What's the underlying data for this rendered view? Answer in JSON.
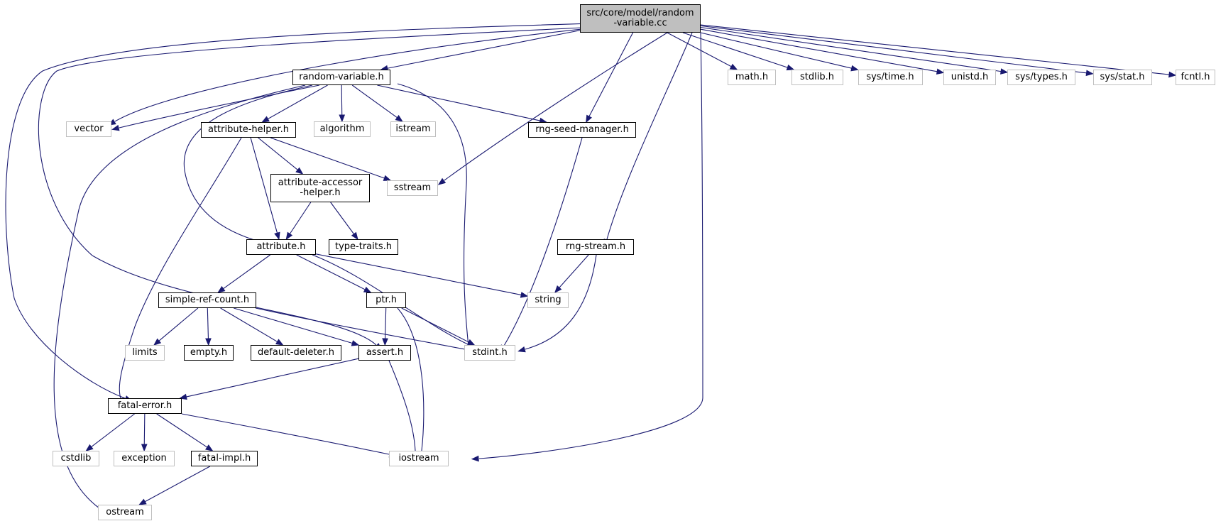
{
  "graph": {
    "edge_color": "#191970",
    "nodes": [
      {
        "id": "root",
        "label": "src/core/model/random\n-variable.cc",
        "kind": "root"
      },
      {
        "id": "random_variable_h",
        "label": "random-variable.h",
        "kind": "doc"
      },
      {
        "id": "math_h",
        "label": "math.h",
        "kind": "sys"
      },
      {
        "id": "stdlib_h",
        "label": "stdlib.h",
        "kind": "sys"
      },
      {
        "id": "sys_time_h",
        "label": "sys/time.h",
        "kind": "sys"
      },
      {
        "id": "unistd_h",
        "label": "unistd.h",
        "kind": "sys"
      },
      {
        "id": "sys_types_h",
        "label": "sys/types.h",
        "kind": "sys"
      },
      {
        "id": "sys_stat_h",
        "label": "sys/stat.h",
        "kind": "sys"
      },
      {
        "id": "fcntl_h",
        "label": "fcntl.h",
        "kind": "sys"
      },
      {
        "id": "vector",
        "label": "vector",
        "kind": "sys"
      },
      {
        "id": "attribute_helper_h",
        "label": "attribute-helper.h",
        "kind": "doc"
      },
      {
        "id": "algorithm",
        "label": "algorithm",
        "kind": "sys"
      },
      {
        "id": "istream",
        "label": "istream",
        "kind": "sys"
      },
      {
        "id": "rng_seed_manager_h",
        "label": "rng-seed-manager.h",
        "kind": "doc"
      },
      {
        "id": "attribute_accessor_helper_h",
        "label": "attribute-accessor\n-helper.h",
        "kind": "doc"
      },
      {
        "id": "sstream",
        "label": "sstream",
        "kind": "sys"
      },
      {
        "id": "attribute_h",
        "label": "attribute.h",
        "kind": "doc"
      },
      {
        "id": "type_traits_h",
        "label": "type-traits.h",
        "kind": "doc"
      },
      {
        "id": "rng_stream_h",
        "label": "rng-stream.h",
        "kind": "doc"
      },
      {
        "id": "simple_ref_count_h",
        "label": "simple-ref-count.h",
        "kind": "doc"
      },
      {
        "id": "ptr_h",
        "label": "ptr.h",
        "kind": "doc"
      },
      {
        "id": "string",
        "label": "string",
        "kind": "sys"
      },
      {
        "id": "limits",
        "label": "limits",
        "kind": "sys"
      },
      {
        "id": "empty_h",
        "label": "empty.h",
        "kind": "doc"
      },
      {
        "id": "default_deleter_h",
        "label": "default-deleter.h",
        "kind": "doc"
      },
      {
        "id": "assert_h",
        "label": "assert.h",
        "kind": "doc"
      },
      {
        "id": "stdint_h",
        "label": "stdint.h",
        "kind": "sys"
      },
      {
        "id": "fatal_error_h",
        "label": "fatal-error.h",
        "kind": "doc"
      },
      {
        "id": "cstdlib",
        "label": "cstdlib",
        "kind": "sys"
      },
      {
        "id": "exception",
        "label": "exception",
        "kind": "sys"
      },
      {
        "id": "fatal_impl_h",
        "label": "fatal-impl.h",
        "kind": "doc"
      },
      {
        "id": "iostream",
        "label": "iostream",
        "kind": "sys"
      },
      {
        "id": "ostream",
        "label": "ostream",
        "kind": "sys"
      }
    ],
    "edges": [
      [
        "root",
        "random_variable_h"
      ],
      [
        "root",
        "math_h"
      ],
      [
        "root",
        "stdlib_h"
      ],
      [
        "root",
        "sys_time_h"
      ],
      [
        "root",
        "unistd_h"
      ],
      [
        "root",
        "sys_types_h"
      ],
      [
        "root",
        "sys_stat_h"
      ],
      [
        "root",
        "fcntl_h"
      ],
      [
        "root",
        "vector"
      ],
      [
        "root",
        "sstream"
      ],
      [
        "root",
        "rng_seed_manager_h"
      ],
      [
        "root",
        "rng_stream_h"
      ],
      [
        "root",
        "iostream"
      ],
      [
        "root",
        "fatal_error_h"
      ],
      [
        "root",
        "assert_h"
      ],
      [
        "random_variable_h",
        "vector"
      ],
      [
        "random_variable_h",
        "attribute_helper_h"
      ],
      [
        "random_variable_h",
        "algorithm"
      ],
      [
        "random_variable_h",
        "istream"
      ],
      [
        "random_variable_h",
        "rng_seed_manager_h"
      ],
      [
        "random_variable_h",
        "attribute_h"
      ],
      [
        "random_variable_h",
        "stdint_h"
      ],
      [
        "random_variable_h",
        "ostream"
      ],
      [
        "attribute_helper_h",
        "attribute_accessor_helper_h"
      ],
      [
        "attribute_helper_h",
        "sstream"
      ],
      [
        "attribute_helper_h",
        "attribute_h"
      ],
      [
        "attribute_helper_h",
        "fatal_error_h"
      ],
      [
        "attribute_accessor_helper_h",
        "attribute_h"
      ],
      [
        "attribute_accessor_helper_h",
        "type_traits_h"
      ],
      [
        "rng_seed_manager_h",
        "stdint_h"
      ],
      [
        "attribute_h",
        "simple_ref_count_h"
      ],
      [
        "attribute_h",
        "ptr_h"
      ],
      [
        "attribute_h",
        "string"
      ],
      [
        "attribute_h",
        "stdint_h"
      ],
      [
        "rng_stream_h",
        "string"
      ],
      [
        "rng_stream_h",
        "stdint_h"
      ],
      [
        "simple_ref_count_h",
        "limits"
      ],
      [
        "simple_ref_count_h",
        "empty_h"
      ],
      [
        "simple_ref_count_h",
        "default_deleter_h"
      ],
      [
        "simple_ref_count_h",
        "assert_h"
      ],
      [
        "simple_ref_count_h",
        "stdint_h"
      ],
      [
        "ptr_h",
        "assert_h"
      ],
      [
        "ptr_h",
        "stdint_h"
      ],
      [
        "ptr_h",
        "iostream"
      ],
      [
        "assert_h",
        "fatal_error_h"
      ],
      [
        "assert_h",
        "iostream"
      ],
      [
        "fatal_error_h",
        "cstdlib"
      ],
      [
        "fatal_error_h",
        "exception"
      ],
      [
        "fatal_error_h",
        "fatal_impl_h"
      ],
      [
        "fatal_error_h",
        "iostream"
      ],
      [
        "fatal_impl_h",
        "ostream"
      ]
    ]
  }
}
